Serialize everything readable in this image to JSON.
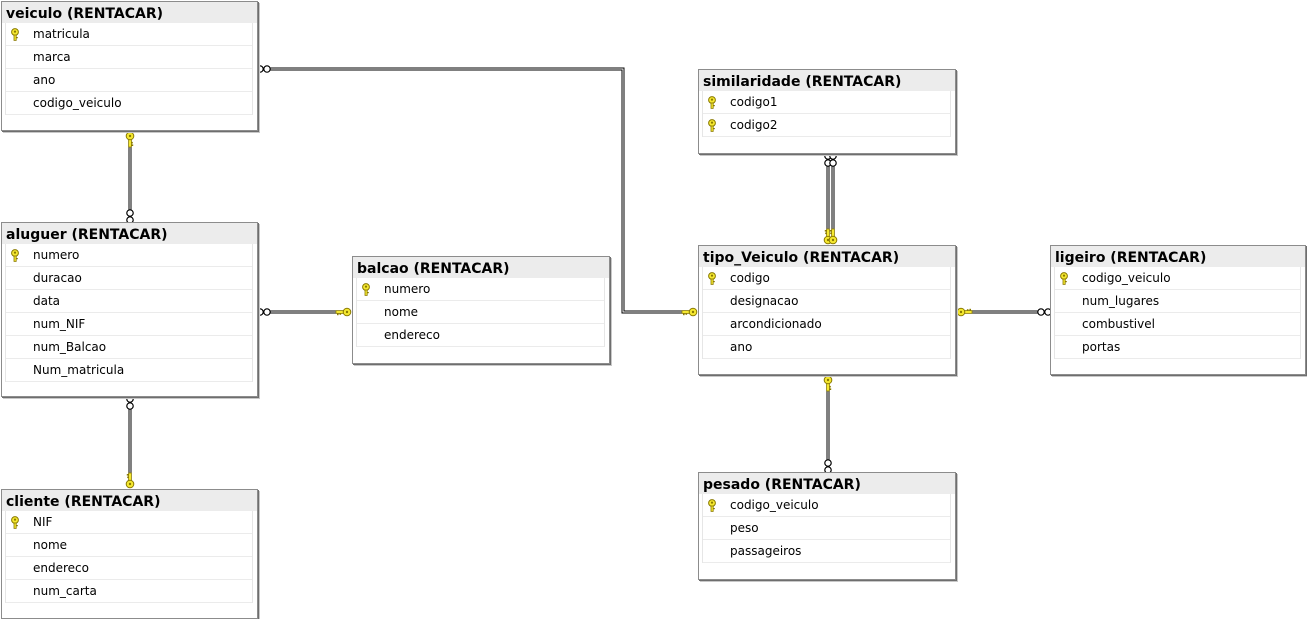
{
  "diagram": {
    "tables": [
      {
        "id": "veiculo",
        "title": "veiculo (RENTACAR)",
        "columns": [
          {
            "name": "matricula",
            "pk": true
          },
          {
            "name": "marca",
            "pk": false
          },
          {
            "name": "ano",
            "pk": false
          },
          {
            "name": "codigo_veiculo",
            "pk": false
          }
        ]
      },
      {
        "id": "aluguer",
        "title": "aluguer (RENTACAR)",
        "columns": [
          {
            "name": "numero",
            "pk": true
          },
          {
            "name": "duracao",
            "pk": false
          },
          {
            "name": "data",
            "pk": false
          },
          {
            "name": "num_NIF",
            "pk": false
          },
          {
            "name": "num_Balcao",
            "pk": false
          },
          {
            "name": "Num_matricula",
            "pk": false
          }
        ]
      },
      {
        "id": "cliente",
        "title": "cliente (RENTACAR)",
        "columns": [
          {
            "name": "NIF",
            "pk": true
          },
          {
            "name": "nome",
            "pk": false
          },
          {
            "name": "endereco",
            "pk": false
          },
          {
            "name": "num_carta",
            "pk": false
          }
        ]
      },
      {
        "id": "balcao",
        "title": "balcao (RENTACAR)",
        "columns": [
          {
            "name": "numero",
            "pk": true
          },
          {
            "name": "nome",
            "pk": false
          },
          {
            "name": "endereco",
            "pk": false
          }
        ]
      },
      {
        "id": "similaridade",
        "title": "similaridade (RENTACAR)",
        "columns": [
          {
            "name": "codigo1",
            "pk": true
          },
          {
            "name": "codigo2",
            "pk": true
          }
        ]
      },
      {
        "id": "tipo_veiculo",
        "title": "tipo_Veiculo (RENTACAR)",
        "columns": [
          {
            "name": "codigo",
            "pk": true
          },
          {
            "name": "designacao",
            "pk": false
          },
          {
            "name": "arcondicionado",
            "pk": false
          },
          {
            "name": "ano",
            "pk": false
          }
        ]
      },
      {
        "id": "ligeiro",
        "title": "ligeiro (RENTACAR)",
        "columns": [
          {
            "name": "codigo_veiculo",
            "pk": true
          },
          {
            "name": "num_lugares",
            "pk": false
          },
          {
            "name": "combustivel",
            "pk": false
          },
          {
            "name": "portas",
            "pk": false
          }
        ]
      },
      {
        "id": "pesado",
        "title": "pesado (RENTACAR)",
        "columns": [
          {
            "name": "codigo_veiculo",
            "pk": true
          },
          {
            "name": "peso",
            "pk": false
          },
          {
            "name": "passageiros",
            "pk": false
          }
        ]
      }
    ],
    "relationships": [
      {
        "id": "aluguer-veiculo",
        "many": "aluguer",
        "one": "veiculo"
      },
      {
        "id": "aluguer-cliente",
        "many": "aluguer",
        "one": "cliente"
      },
      {
        "id": "aluguer-balcao",
        "many": "aluguer",
        "one": "balcao"
      },
      {
        "id": "veiculo-tipo_veiculo",
        "many": "veiculo",
        "one": "tipo_veiculo"
      },
      {
        "id": "similaridade-tipo_veiculo-1",
        "many": "similaridade",
        "one": "tipo_veiculo"
      },
      {
        "id": "similaridade-tipo_veiculo-2",
        "many": "similaridade",
        "one": "tipo_veiculo"
      },
      {
        "id": "ligeiro-tipo_veiculo",
        "many": "ligeiro",
        "one": "tipo_veiculo"
      },
      {
        "id": "pesado-tipo_veiculo",
        "many": "pesado",
        "one": "tipo_veiculo"
      }
    ],
    "colors": {
      "key_fill": "#f5e830",
      "key_stroke": "#8a7a00",
      "line": "#000000",
      "title_bg": "#ececec"
    }
  }
}
